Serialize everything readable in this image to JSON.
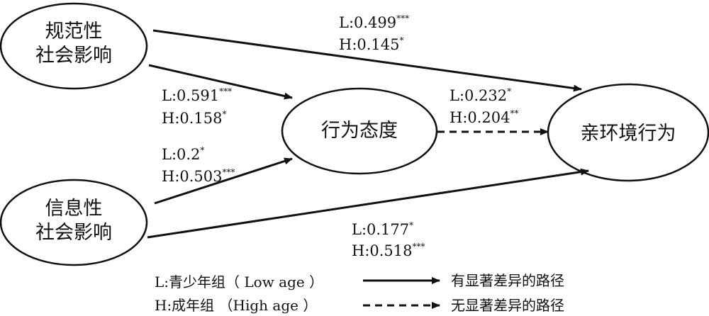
{
  "nodes": {
    "normative": {
      "line1": "规范性",
      "line2": "社会影响"
    },
    "informative": {
      "line1": "信息性",
      "line2": "社会影响"
    },
    "attitude": {
      "label": "行为态度"
    },
    "behavior": {
      "label": "亲环境行为"
    }
  },
  "paths": {
    "normative_to_behavior": {
      "low": "L:0.499",
      "low_sig": "***",
      "high": "H:0.145",
      "high_sig": "*",
      "significant": true
    },
    "normative_to_attitude": {
      "low": "L:0.591",
      "low_sig": "***",
      "high": "H:0.158",
      "high_sig": "*",
      "significant": true
    },
    "informative_to_attitude": {
      "low": "L:0.2",
      "low_sig": "*",
      "high": "H:0.503",
      "high_sig": "***",
      "significant": true
    },
    "attitude_to_behavior": {
      "low": "L:0.232",
      "low_sig": "*",
      "high": "H:0.204",
      "high_sig": "**",
      "significant": false
    },
    "informative_to_behavior": {
      "low": "L:0.177",
      "low_sig": "*",
      "high": "H:0.518",
      "high_sig": "***",
      "significant": true
    }
  },
  "legend": {
    "group_low": "L:青少年组（ Low age ）",
    "group_high": "H:成年组 （High age ）",
    "solid_arrow": "有显著差异的路径",
    "dashed_arrow": "无显著差异的路径"
  },
  "colors": {
    "stroke": "#111111",
    "background": "#ffffff"
  }
}
